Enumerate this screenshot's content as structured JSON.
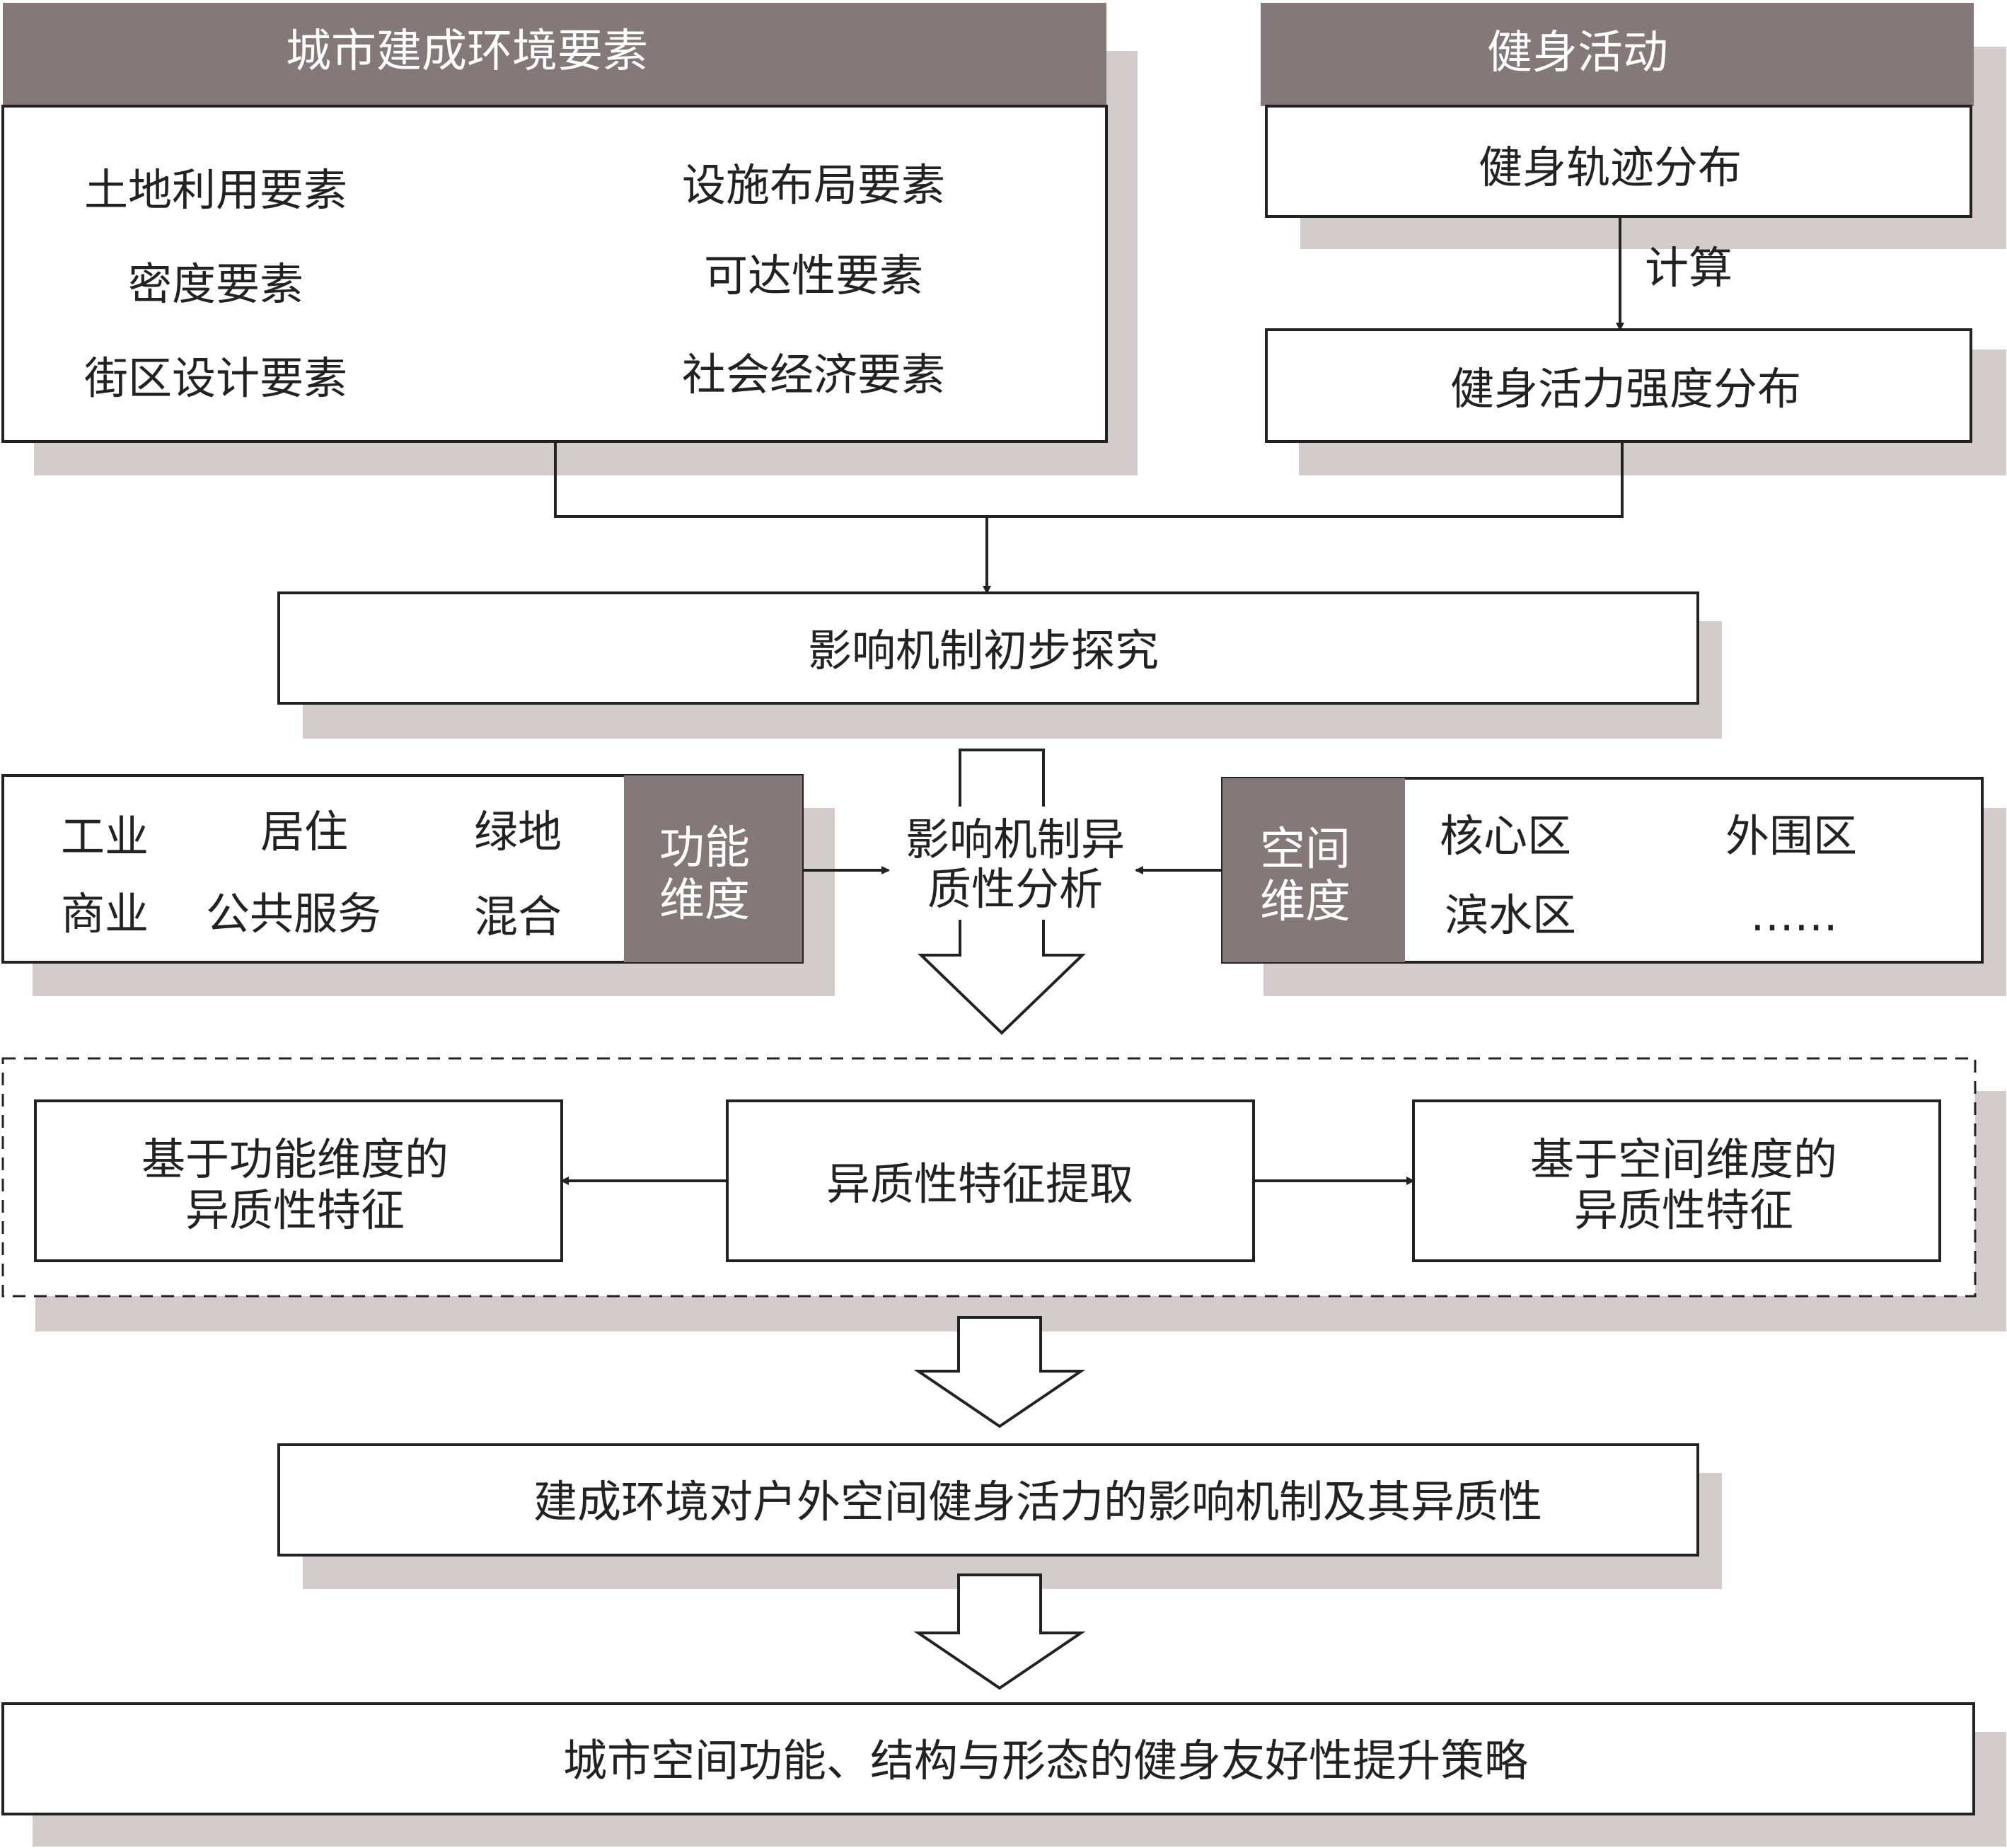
{
  "colors": {
    "shadow": "#d4cbcb",
    "header": "#857878",
    "header_text": "#ffffff",
    "line": "#222222",
    "text": "#222222",
    "background": "#ffffff"
  },
  "built_env": {
    "title": "城市建成环境要素",
    "items": [
      "土地利用要素",
      "设施布局要素",
      "密度要素",
      "可达性要素",
      "街区设计要素",
      "社会经济要素"
    ]
  },
  "fitness": {
    "title": "健身活动",
    "trajectory": "健身轨迹分布",
    "compute_label": "计算",
    "intensity": "健身活力强度分布"
  },
  "preliminary": "影响机制初步探究",
  "functional": {
    "items": [
      "工业",
      "居住",
      "绿地",
      "商业",
      "公共服务",
      "混合"
    ],
    "label": [
      "功能",
      "维度"
    ]
  },
  "heterogeneity_analysis": [
    "影响机制异",
    "质性分析"
  ],
  "spatial": {
    "label": [
      "空间",
      "维度"
    ],
    "items": [
      "核心区",
      "外围区",
      "滨水区",
      "……"
    ]
  },
  "extraction": {
    "left": [
      "基于功能维度的",
      "异质性特征"
    ],
    "center": "异质性特征提取",
    "right": [
      "基于空间维度的",
      "异质性特征"
    ]
  },
  "mechanism": "建成环境对户外空间健身活力的影响机制及其异质性",
  "strategy": "城市空间功能、结构与形态的健身友好性提升策略"
}
